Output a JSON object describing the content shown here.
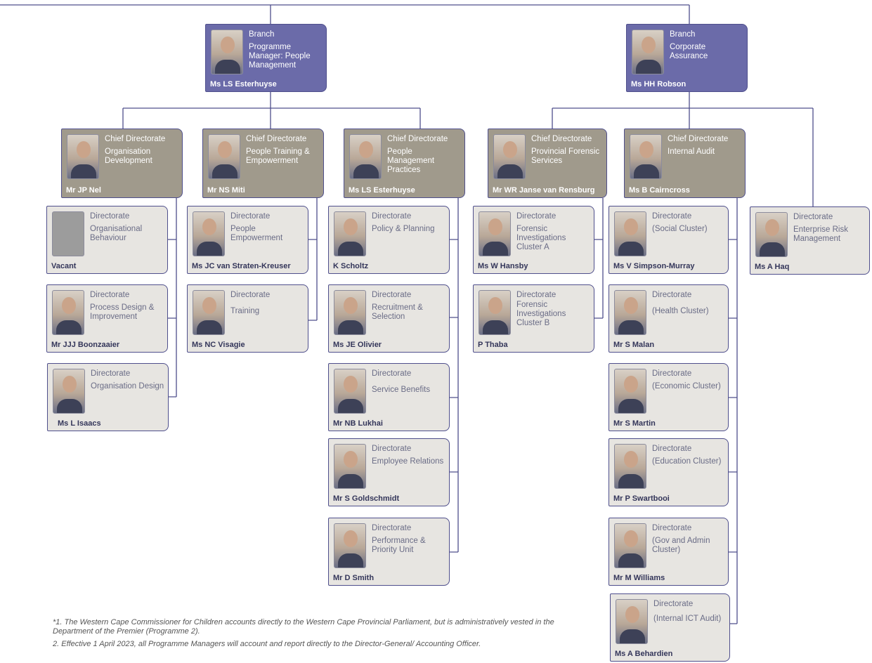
{
  "branches": [
    {
      "id": "b1",
      "level": "Branch",
      "unit": "Programme Manager: People Management",
      "name": "Ms LS Esterhuyse",
      "photo": "person-photo"
    },
    {
      "id": "b2",
      "level": "Branch",
      "unit": "Corporate Assurance",
      "name": "Ms HH Robson",
      "photo": "person-photo"
    }
  ],
  "chief_directorates": [
    {
      "id": "c1",
      "parent": "b1",
      "level": "Chief Directorate",
      "unit": "Organisation Development",
      "name": "Mr JP Nel",
      "photo": "person-photo"
    },
    {
      "id": "c2",
      "parent": "b1",
      "level": "Chief Directorate",
      "unit": "People Training & Empowerment",
      "name": "Mr NS Miti",
      "photo": "person-photo"
    },
    {
      "id": "c3",
      "parent": "b1",
      "level": "Chief Directorate",
      "unit": "People Management Practices",
      "name": "Ms LS Esterhuyse",
      "photo": "person-photo"
    },
    {
      "id": "c4",
      "parent": "b2",
      "level": "Chief Directorate",
      "unit": "Provincial Forensic Services",
      "name": "Mr WR Janse van Rensburg",
      "photo": "person-photo"
    },
    {
      "id": "c5",
      "parent": "b2",
      "level": "Chief Directorate",
      "unit": "Internal Audit",
      "name": "Ms B Cairncross",
      "photo": "person-photo"
    }
  ],
  "directorates": [
    {
      "id": "d1",
      "parent": "c1",
      "level": "Directorate",
      "unit": "Organisational Behaviour",
      "name": "Vacant",
      "photo": "vacant-photo"
    },
    {
      "id": "d2",
      "parent": "c1",
      "level": "Directorate",
      "unit": "Process Design & Improvement",
      "name": "Mr JJJ Boonzaaier",
      "photo": "person-photo"
    },
    {
      "id": "d3",
      "parent": "c1",
      "level": "Directorate",
      "unit": "Organisation Design",
      "name": "Ms L Isaacs",
      "photo": "person-photo"
    },
    {
      "id": "d4",
      "parent": "c2",
      "level": "Directorate",
      "unit": "People Empowerment",
      "name": "Ms JC van Straten-Kreuser",
      "photo": "person-photo"
    },
    {
      "id": "d5",
      "parent": "c2",
      "level": "Directorate",
      "unit": "Training",
      "name": "Ms NC Visagie",
      "photo": "person-photo"
    },
    {
      "id": "d6",
      "parent": "c3",
      "level": "Directorate",
      "unit": "Policy & Planning",
      "name": "K Scholtz",
      "photo": "person-photo"
    },
    {
      "id": "d7",
      "parent": "c3",
      "level": "Directorate",
      "unit": "Recruitment & Selection",
      "name": "Ms JE Olivier",
      "photo": "person-photo"
    },
    {
      "id": "d8",
      "parent": "c3",
      "level": "Directorate",
      "unit": "Service Benefits",
      "name": "Mr NB Lukhai",
      "photo": "person-photo"
    },
    {
      "id": "d9",
      "parent": "c3",
      "level": "Directorate",
      "unit": "Employee Relations",
      "name": "Mr S Goldschmidt",
      "photo": "person-photo"
    },
    {
      "id": "d10",
      "parent": "c3",
      "level": "Directorate",
      "unit": "Performance & Priority Unit",
      "name": "Mr D Smith",
      "photo": "person-photo"
    },
    {
      "id": "d11",
      "parent": "c4",
      "level": "Directorate",
      "unit": "Forensic Investigations Cluster A",
      "name": "Ms W Hansby",
      "photo": "person-photo"
    },
    {
      "id": "d12",
      "parent": "c4",
      "level": "Directorate",
      "unit": "Forensic Investigations Cluster B",
      "name": "P Thaba",
      "photo": "person-photo"
    },
    {
      "id": "d13",
      "parent": "c5",
      "level": "Directorate",
      "unit": "(Social Cluster)",
      "name": "Ms V Simpson-Murray",
      "photo": "person-photo"
    },
    {
      "id": "d14",
      "parent": "c5",
      "level": "Directorate",
      "unit": "(Health Cluster)",
      "name": "Mr S Malan",
      "photo": "person-photo"
    },
    {
      "id": "d15",
      "parent": "c5",
      "level": "Directorate",
      "unit": "(Economic Cluster)",
      "name": "Mr S Martin",
      "photo": "person-photo"
    },
    {
      "id": "d16",
      "parent": "c5",
      "level": "Directorate",
      "unit": "(Education Cluster)",
      "name": "Mr P Swartbooi",
      "photo": "person-photo"
    },
    {
      "id": "d17",
      "parent": "c5",
      "level": "Directorate",
      "unit": "(Gov and Admin Cluster)",
      "name": "Mr M Williams",
      "photo": "person-photo"
    },
    {
      "id": "d18",
      "parent": "c5",
      "level": "Directorate",
      "unit": "(Internal ICT Audit)",
      "name": "Ms A Behardien",
      "photo": "person-photo"
    },
    {
      "id": "d19",
      "parent": "b2",
      "level": "Directorate",
      "unit": "Enterprise Risk Management",
      "name": "Ms A Haq",
      "photo": "person-photo"
    }
  ],
  "notes": [
    "*1. The Western Cape Commissioner for Children accounts directly to the Western Cape Provincial Parliament, but is administratively vested in the Department of the Premier (Programme 2).",
    "2. Effective 1 April 2023, all Programme Managers will account and report directly to the Director-General/ Accounting Officer."
  ],
  "colors": {
    "branch": "#6b6ba9",
    "chief": "#a09a8c",
    "directorate": "#e7e5e1",
    "line": "#4f4f8c"
  }
}
